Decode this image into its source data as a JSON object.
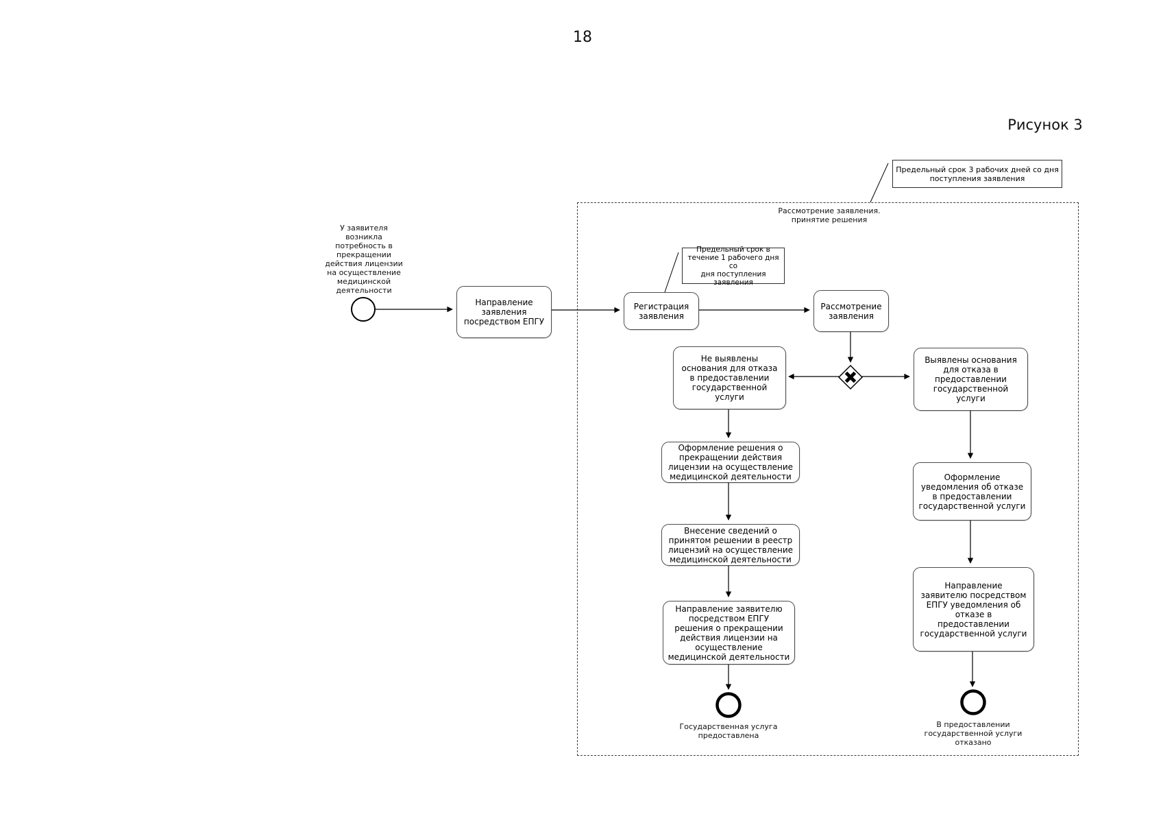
{
  "page": {
    "number": "18",
    "figure_caption": "Рисунок 3"
  },
  "diagram": {
    "container_label": "Рассмотрение заявления.\nпринятие решения",
    "callouts": {
      "three_days": "Предельный срок 3 рабочих дней со дня\nпоступления заявления",
      "one_day": "Предельный срок в\nтечение 1 рабочего дня со\nдня поступления\nзаявления"
    },
    "start": {
      "label": "У заявителя\nвозникла\nпотребность в\nпрекращении\nдействия лицензии\nна осуществление\nмедицинской\nдеятельности"
    },
    "tasks": {
      "send_application": "Направление\nзаявления\nпосредством ЕПГУ",
      "registration": "Регистрация\nзаявления",
      "review": "Рассмотрение\nзаявления",
      "no_grounds": "Не выявлены\nоснования для отказа\nв предоставлении\nгосударственной\nуслуги",
      "grounds_found": "Выявлены основания\nдля отказа в\nпредоставлении\nгосударственной\nуслуги",
      "issue_decision": "Оформление решения о\nпрекращении действия\nлицензии на осуществление\nмедицинской деятельности",
      "register_entry": "Внесение сведений о\nпринятом решении в реестр\nлицензий на осуществление\nмедицинской деятельности",
      "send_decision": "Направление заявителю\nпосредством ЕПГУ\nрешения о прекращении\nдействия лицензии на\nосуществление\nмедицинской деятельности",
      "issue_refusal": "Оформление\nуведомления об отказе\nв предоставлении\nгосударственной услуги",
      "send_refusal": "Направление\nзаявителю посредством\nЕПГУ уведомления об\nотказе в\nпредоставлении\nгосударственной услуги"
    },
    "ends": {
      "success": "Государственная услуга\nпредоставлена",
      "refused": "В предоставлении\nгосударственной услуги\nотказано"
    },
    "colors": {
      "line": "#000000",
      "task_border": "#4d4d4d",
      "container_border": "#3c3c3c",
      "background": "#ffffff"
    }
  }
}
